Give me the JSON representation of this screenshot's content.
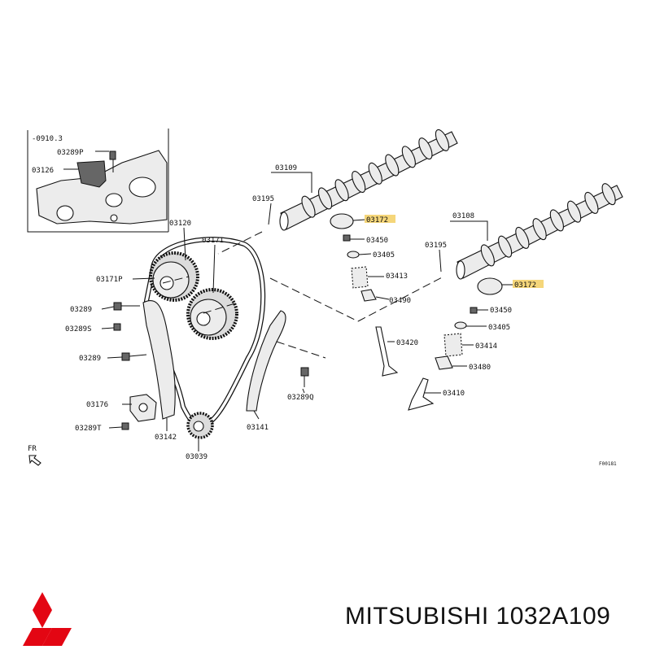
{
  "diagram": {
    "inset_label": "-0910.3",
    "callouts": [
      {
        "id": "03289P",
        "text": "03289P"
      },
      {
        "id": "03126",
        "text": "03126"
      },
      {
        "id": "03120",
        "text": "03120"
      },
      {
        "id": "03109",
        "text": "03109"
      },
      {
        "id": "03195a",
        "text": "03195"
      },
      {
        "id": "03171",
        "text": "03171"
      },
      {
        "id": "03171P",
        "text": "03171P"
      },
      {
        "id": "03172a",
        "text": "03172",
        "highlight": true
      },
      {
        "id": "03450a",
        "text": "03450"
      },
      {
        "id": "03405a",
        "text": "03405"
      },
      {
        "id": "03413",
        "text": "03413"
      },
      {
        "id": "03490",
        "text": "03490"
      },
      {
        "id": "03108",
        "text": "03108"
      },
      {
        "id": "03195b",
        "text": "03195"
      },
      {
        "id": "03172b",
        "text": "03172",
        "highlight": true
      },
      {
        "id": "03450b",
        "text": "03450"
      },
      {
        "id": "03405b",
        "text": "03405"
      },
      {
        "id": "03414",
        "text": "03414"
      },
      {
        "id": "03480",
        "text": "03480"
      },
      {
        "id": "03420",
        "text": "03420"
      },
      {
        "id": "03410",
        "text": "03410"
      },
      {
        "id": "03289a",
        "text": "03289"
      },
      {
        "id": "03289S",
        "text": "03289S"
      },
      {
        "id": "03289b",
        "text": "03289"
      },
      {
        "id": "03176",
        "text": "03176"
      },
      {
        "id": "03289T",
        "text": "03289T"
      },
      {
        "id": "03142",
        "text": "03142"
      },
      {
        "id": "03039",
        "text": "03039"
      },
      {
        "id": "03141",
        "text": "03141"
      },
      {
        "id": "03289Q",
        "text": "03289Q"
      }
    ],
    "direction_label": "FR",
    "figure_code": "F00181",
    "highlight_color": "#f5d67a"
  },
  "footer": {
    "brand_text": "MITSUBISHI 1032A109",
    "logo_color": "#e30613"
  }
}
